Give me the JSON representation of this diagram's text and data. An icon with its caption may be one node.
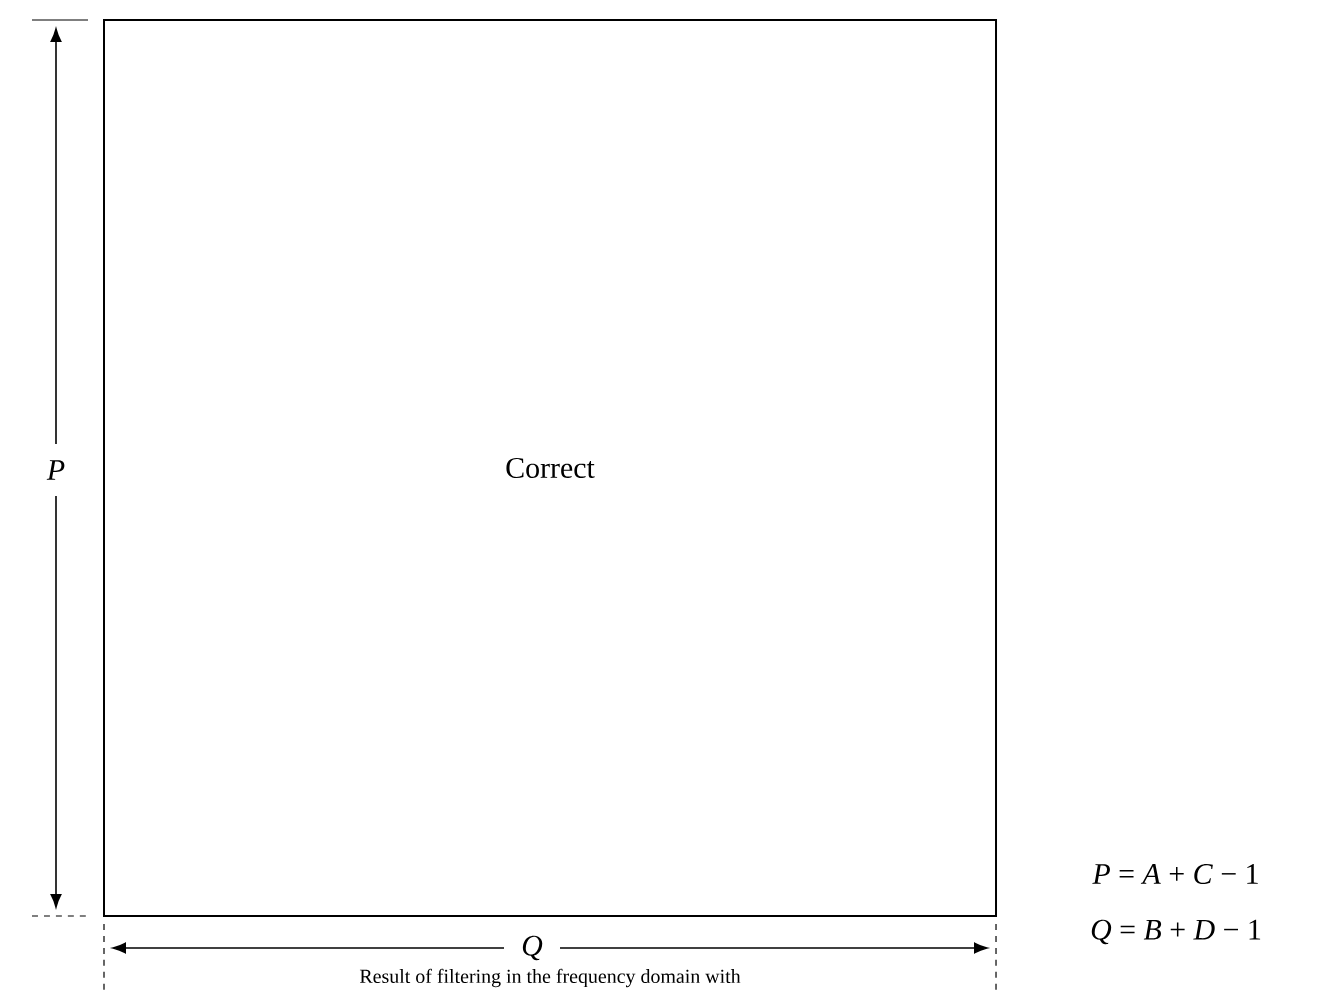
{
  "diagram": {
    "caption": "Result of filtering in the frequency domain with",
    "nodes": [
      {
        "text": [
          "Correct"
        ]
      }
    ],
    "labels": [
      "*P*",
      "*Q*",
      "*P* = *A* + *C* − 1",
      "*Q* = *B* + *D* − 1"
    ]
  }
}
